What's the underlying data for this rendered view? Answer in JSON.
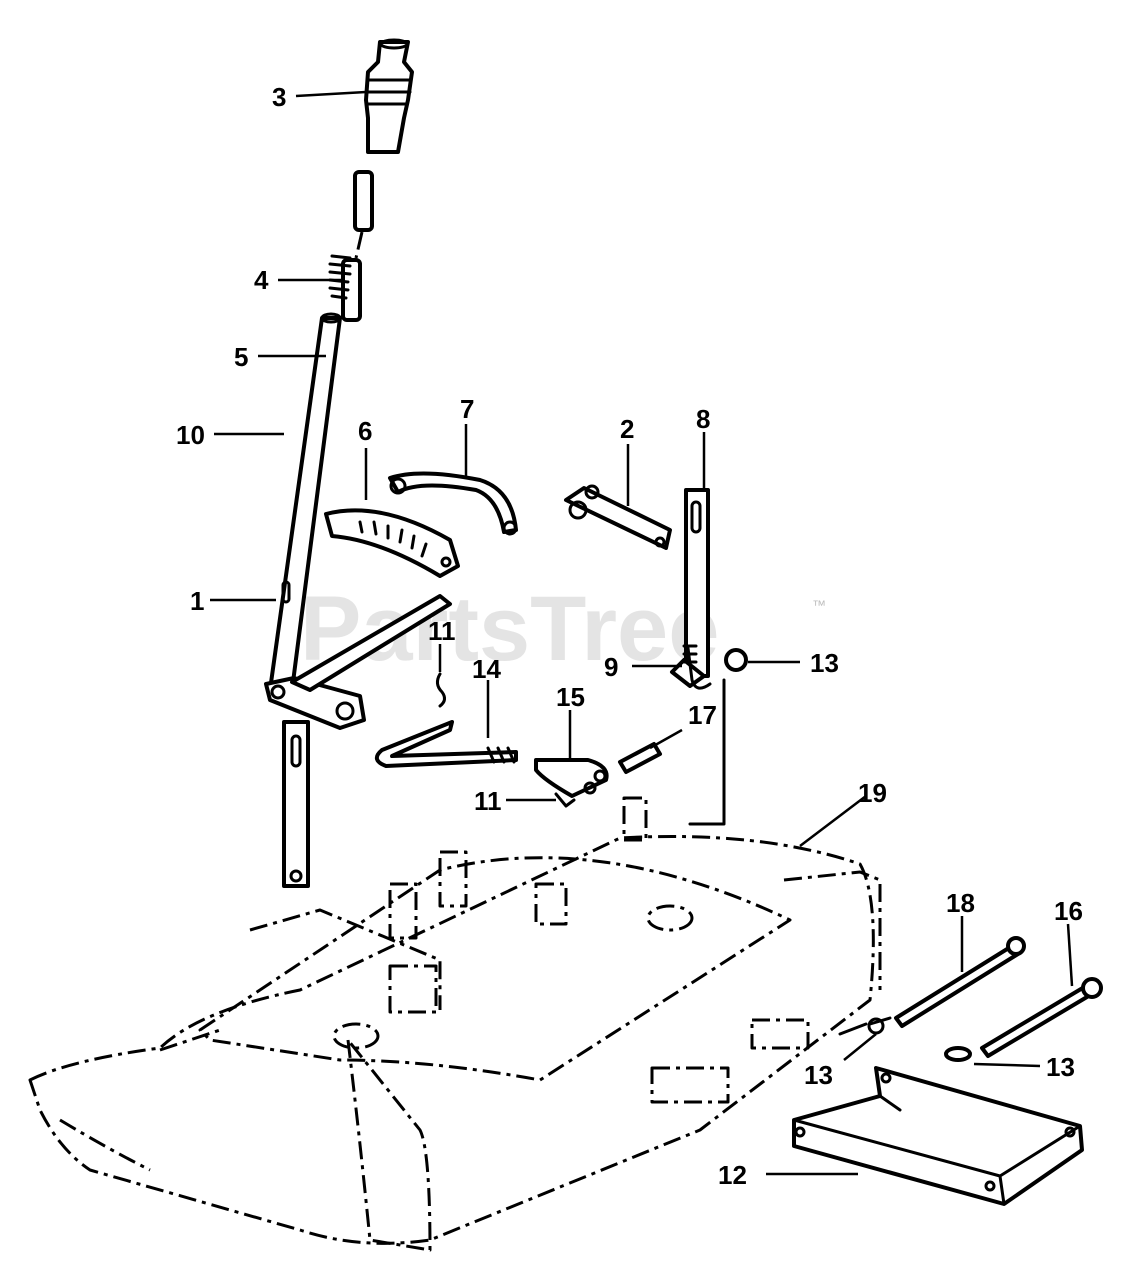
{
  "watermark": {
    "text": "PartsTree",
    "trademark": "™"
  },
  "callouts": {
    "c1": "1",
    "c2": "2",
    "c3": "3",
    "c4": "4",
    "c5": "5",
    "c6": "6",
    "c7": "7",
    "c8": "8",
    "c9": "9",
    "c10": "10",
    "c11a": "11",
    "c11b": "11",
    "c12": "12",
    "c13a": "13",
    "c13b": "13",
    "c13c": "13",
    "c14": "14",
    "c15": "15",
    "c16": "16",
    "c17": "17",
    "c18": "18",
    "c19": "19"
  }
}
